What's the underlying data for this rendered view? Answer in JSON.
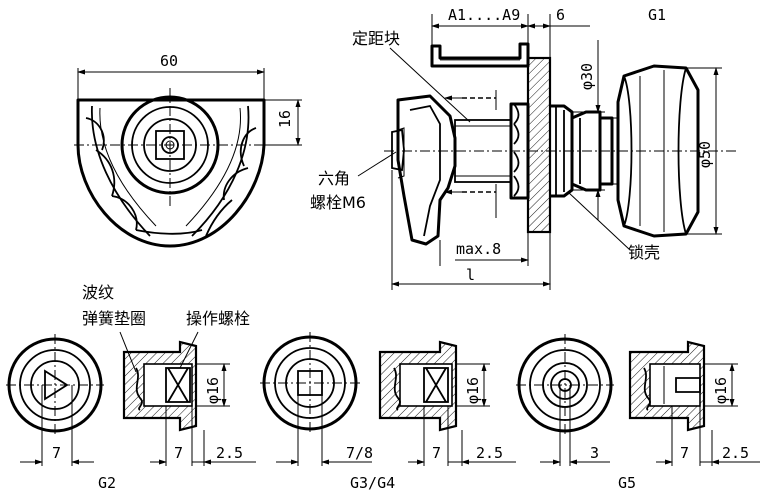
{
  "dimensions": {
    "top_width": "60",
    "top_height": "16",
    "a_range": "A1....A9",
    "six": "6",
    "dia30": "φ30",
    "dia50": "φ50",
    "max8": "max.8",
    "l": "l",
    "dia16": "φ16",
    "seven": "7",
    "two_five": "2.5",
    "seven_eight": "7/8",
    "three": "3"
  },
  "labels": {
    "g1": "G1",
    "g2": "G2",
    "g34": "G3/G4",
    "g5": "G5",
    "spacer": "定距块",
    "hex_bolt_1": "六角",
    "hex_bolt_2": "螺栓M6",
    "lock_shell": "锁壳",
    "wave_1": "波纹",
    "wave_2": "弹簧垫圈",
    "operate_bolt": "操作螺栓"
  }
}
